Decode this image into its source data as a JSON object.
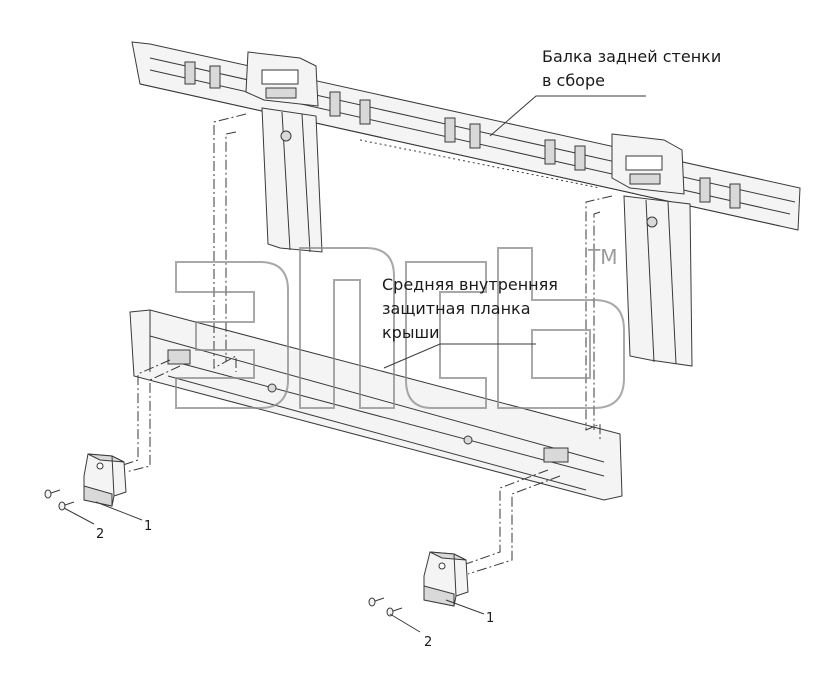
{
  "labels": {
    "beam_line1": "Балка задней стенки",
    "beam_line2": "в сборе",
    "strip_line1": "Средняя внутренняя",
    "strip_line2": "защитная планка",
    "strip_line3": "крыши"
  },
  "callouts": {
    "left_bracket": "1",
    "left_bolts": "2",
    "right_bracket": "1",
    "right_bolts": "2"
  },
  "watermark": {
    "trademark": "TM"
  },
  "colors": {
    "line": "#3a3a3a",
    "part_fill": "#f4f4f4",
    "shade": "#d9d9d9",
    "watermark": "#8c8c8c"
  }
}
